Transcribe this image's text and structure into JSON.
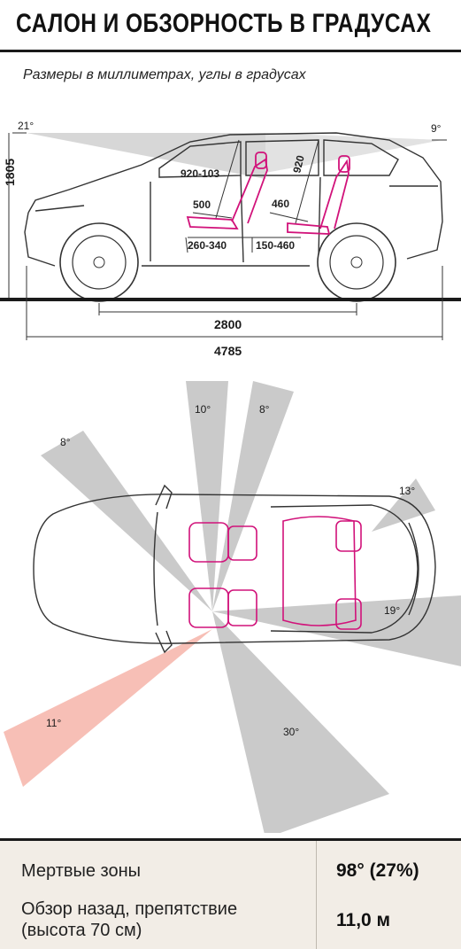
{
  "header": {
    "title": "САЛОН И ОБЗОРНОСТЬ В ГРАДУСАХ",
    "subtitle": "Размеры в миллиметрах, углы в градусах"
  },
  "side_view": {
    "angle_front": "21°",
    "angle_rear": "9°",
    "height": "1805",
    "front_headroom": "920-103",
    "rear_headroom": "920",
    "front_legroom": "500",
    "rear_legroom": "460",
    "front_seat_travel": "260-340",
    "rear_seat_travel": "150-460",
    "wheelbase": "2800",
    "length": "4785"
  },
  "top_view": {
    "angles": {
      "front_left": "10°",
      "front_right": "8°",
      "left_side": "8°",
      "rear_right": "13°",
      "right_rear_side": "19°",
      "mirror_left": "11°",
      "right_side": "30°"
    }
  },
  "summary": {
    "rows": [
      {
        "label": "Мертвые зоны",
        "value": "98° (27%)"
      },
      {
        "label_line1": "Обзор назад, препятствие",
        "label_line2": "(высота 70 см)",
        "value": "11,0 м"
      }
    ]
  },
  "colors": {
    "seat_outline": "#d1127a",
    "blind_zone": "#b4b4b4",
    "mirror_zone": "#f6b8ae",
    "summary_bg": "#f2ede6"
  }
}
